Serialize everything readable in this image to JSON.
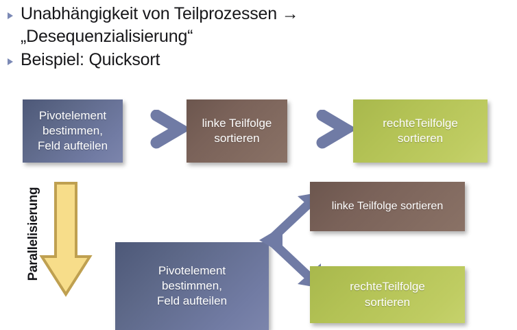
{
  "slide": {
    "background_color": "#ffffff",
    "bullets": [
      {
        "marker": "triangle-bullet-icon",
        "text": "Unabhängigkeit von Teilprozessen →\n„Desequenzialisierung“"
      },
      {
        "marker": "triangle-bullet-icon",
        "text": "Beispiel: Quicksort"
      }
    ],
    "sequential_row": {
      "boxes": [
        {
          "id": "pivot-sequential",
          "label": "Pivotelement\nbestimmen,\nFeld aufteilen",
          "color": "#5d6888",
          "color_name": "blue"
        },
        {
          "id": "left-sublist-sequential",
          "label": "linke Teilfolge\nsortieren",
          "color": "#7a6259",
          "color_name": "brown"
        },
        {
          "id": "right-sublist-sequential",
          "label": "rechteTeilfolge\nsortieren",
          "color": "#b3c255",
          "color_name": "green"
        }
      ],
      "connectors": [
        {
          "id": "chevron-1",
          "icon": "chevron-right-icon",
          "color": "#707ba5"
        },
        {
          "id": "chevron-2",
          "icon": "chevron-right-icon",
          "color": "#707ba5"
        }
      ]
    },
    "transition": {
      "label": "Parallelisierung",
      "arrow_icon": "down-arrow-icon",
      "arrow_fill": "#f7dd8a",
      "arrow_stroke": "#bfa050"
    },
    "parallel_row": {
      "boxes": [
        {
          "id": "pivot-parallel",
          "label": "Pivotelement\nbestimmen,\nFeld aufteilen",
          "color": "#5d6888",
          "color_name": "blue"
        },
        {
          "id": "left-sublist-parallel",
          "label": "linke Teilfolge sortieren",
          "color": "#7a6259",
          "color_name": "brown"
        },
        {
          "id": "right-sublist-parallel",
          "label": "rechteTeilfolge\nsortieren",
          "color": "#b3c255",
          "color_name": "green"
        }
      ],
      "connector": {
        "id": "split-arrow",
        "icon": "branch-arrow-icon",
        "color": "#707ba5"
      }
    },
    "footer": {
      "left": "",
      "center": "",
      "right": ""
    }
  }
}
